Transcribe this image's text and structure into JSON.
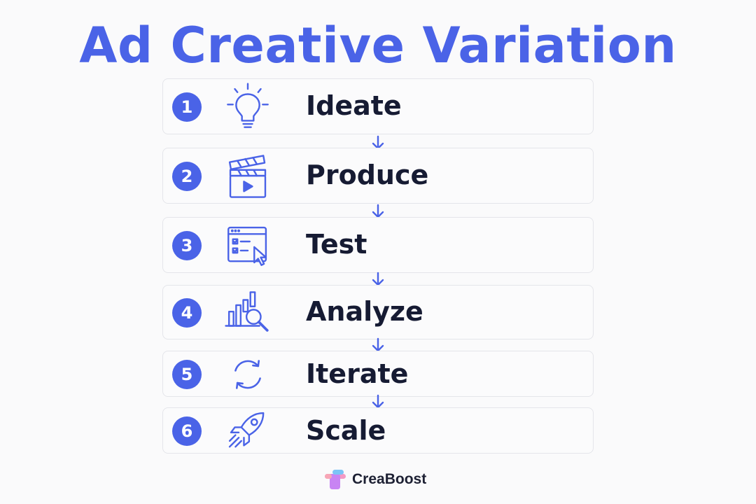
{
  "title": "Ad Creative Variation",
  "accent_color": "#4a63e7",
  "steps": [
    {
      "number": "1",
      "label": "Ideate",
      "icon": "lightbulb-icon"
    },
    {
      "number": "2",
      "label": "Produce",
      "icon": "clapperboard-icon"
    },
    {
      "number": "3",
      "label": "Test",
      "icon": "browser-checklist-cursor-icon"
    },
    {
      "number": "4",
      "label": "Analyze",
      "icon": "bar-chart-magnifier-icon"
    },
    {
      "number": "5",
      "label": "Iterate",
      "icon": "refresh-cycle-icon"
    },
    {
      "number": "6",
      "label": "Scale",
      "icon": "rocket-icon"
    }
  ],
  "connector_icon": "arrow-down-icon",
  "brand": {
    "name": "CreaBoost",
    "logo": "creaboost-logo"
  }
}
